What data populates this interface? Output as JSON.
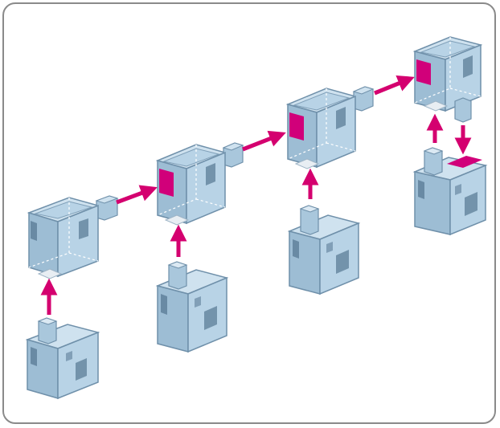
{
  "colors": {
    "cube_light": "#b8d3e6",
    "cube_mid": "#9dbdd4",
    "cube_dark": "#87a9c3",
    "outline": "#6f90aa",
    "pattern": "#5c7d97",
    "highlight": "#d1007a",
    "arrow": "#d4006f",
    "connector": "#e8eef3",
    "frame": "#8a8a8a"
  },
  "diagram": {
    "assembly_steps": 4,
    "stages": [
      {
        "id": "stage-1",
        "has_red_panel": false
      },
      {
        "id": "stage-2",
        "has_red_panel": true
      },
      {
        "id": "stage-3",
        "has_red_panel": true
      },
      {
        "id": "stage-4",
        "has_red_panel": true
      }
    ]
  }
}
